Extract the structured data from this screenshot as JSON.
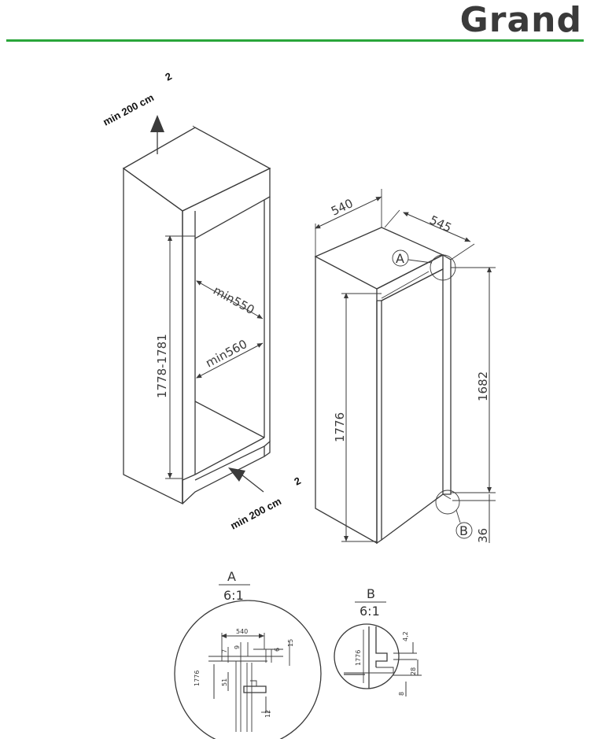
{
  "brand": {
    "logo_text": "Grand",
    "accent_color": "#2aa53a"
  },
  "ventilation": {
    "top_label": "min 200 cm",
    "bottom_label": "min 200 cm",
    "unit_sup": "2"
  },
  "niche": {
    "height": "1778-1781",
    "depth_top": "min550",
    "depth_mid": "min560"
  },
  "appliance": {
    "width": "540",
    "depth": "545",
    "height": "1776",
    "door_height": "1682",
    "base_gap": "36",
    "detail_a_marker": "A",
    "detail_b_marker": "B"
  },
  "detail_a": {
    "title": "A",
    "scale": "6:1",
    "dims": {
      "width": "540",
      "d7": "7",
      "d9": "9",
      "d6": "6",
      "d15": "15",
      "d1776": "1776",
      "d51": "51",
      "d12": "12"
    }
  },
  "detail_b": {
    "title": "B",
    "scale": "6:1",
    "dims": {
      "d1776": "1776",
      "d42": "4,2",
      "d28": "28",
      "d8": "8"
    }
  }
}
